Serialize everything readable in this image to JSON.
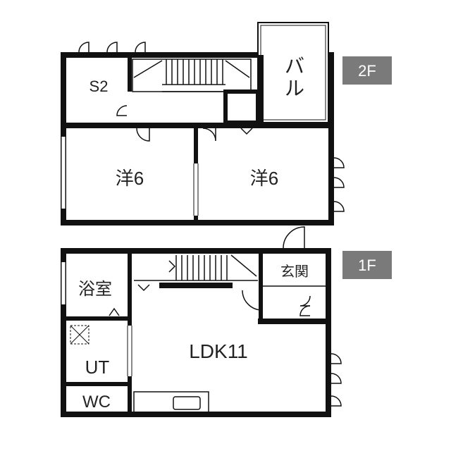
{
  "floors": {
    "upper": {
      "badge": "2F",
      "rooms": {
        "storage": "S2",
        "balcony_line1": "バ",
        "balcony_line2": "ル",
        "western_left": "洋6",
        "western_right": "洋6"
      }
    },
    "lower": {
      "badge": "1F",
      "rooms": {
        "bath": "浴室",
        "entrance": "玄関",
        "utility": "UT",
        "ldk": "LDK11",
        "toilet": "WC"
      }
    }
  },
  "colors": {
    "wall": "#111111",
    "badge_bg": "#7a7a7a",
    "line": "#333333"
  }
}
